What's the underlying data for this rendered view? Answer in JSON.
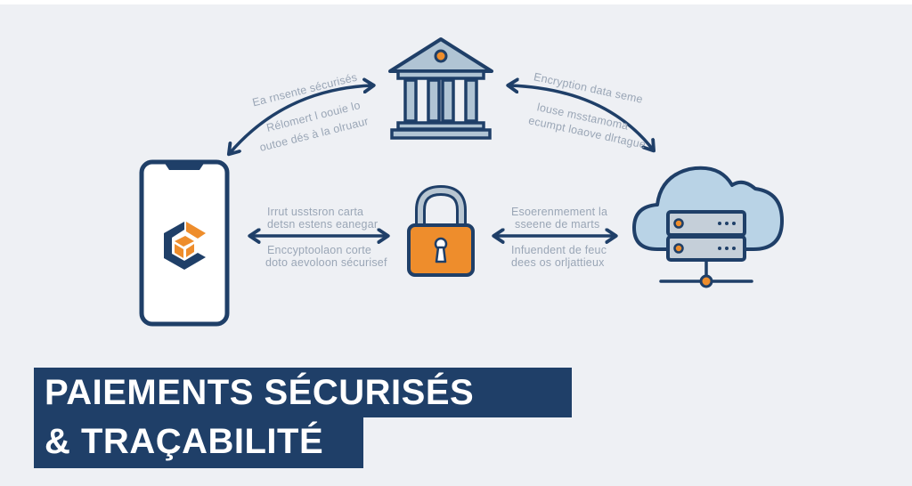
{
  "title": {
    "line1": "PAIEMENTS SÉCURISÉS",
    "line2": "& TRAÇABILITÉ"
  },
  "nodes": {
    "bank": "bank-icon",
    "phone": "smartphone-with-logo",
    "lock": "padlock-icon",
    "cloud": "cloud-server-icon"
  },
  "labels": {
    "phone_bank_top": "Ea rnsente sécurisés",
    "phone_bank_bottom_1": "Rélomert l oouie lo",
    "phone_bank_bottom_2": "outoe dés à la olruaur",
    "bank_cloud_top": "Encryption data seme",
    "bank_cloud_bottom_1": "louse msstamoma",
    "bank_cloud_bottom_2": "ecumpt loaove dlrtague",
    "phone_lock_top_1": "Irrut usstsron carta",
    "phone_lock_top_2": "detsn estens eanegar",
    "phone_lock_bottom_1": "Enccyptoolaon corte",
    "phone_lock_bottom_2": "doto aevoloon sécurisef",
    "lock_cloud_top_1": "Esoerenmement la",
    "lock_cloud_top_2": "sseene de marts",
    "lock_cloud_bottom_1": "Infuendent de feuc",
    "lock_cloud_bottom_2": "dees os orljattieux"
  },
  "colors": {
    "navy": "#1f3f68",
    "orange": "#ee8d2c",
    "light_blue": "#b9d3e6",
    "gray_blue": "#a9bccb",
    "background": "#eef0f4",
    "label_gray": "#9aa6b6"
  }
}
